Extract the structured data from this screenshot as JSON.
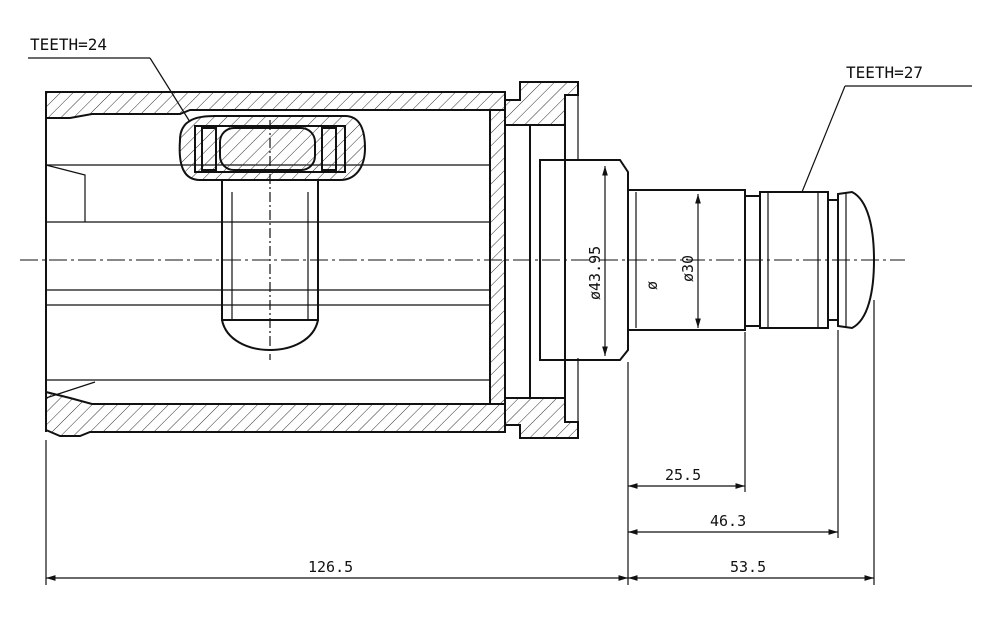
{
  "labels": {
    "teeth_left": "TEETH=24",
    "teeth_right": "TEETH=27"
  },
  "dimensions": {
    "dia_flange": "ø43.95",
    "dia_stub_symbol": "ø",
    "dia_shaft": "ø30",
    "len_25_5": "25.5",
    "len_46_3": "46.3",
    "len_126_5": "126.5",
    "len_53_5": "53.5"
  }
}
